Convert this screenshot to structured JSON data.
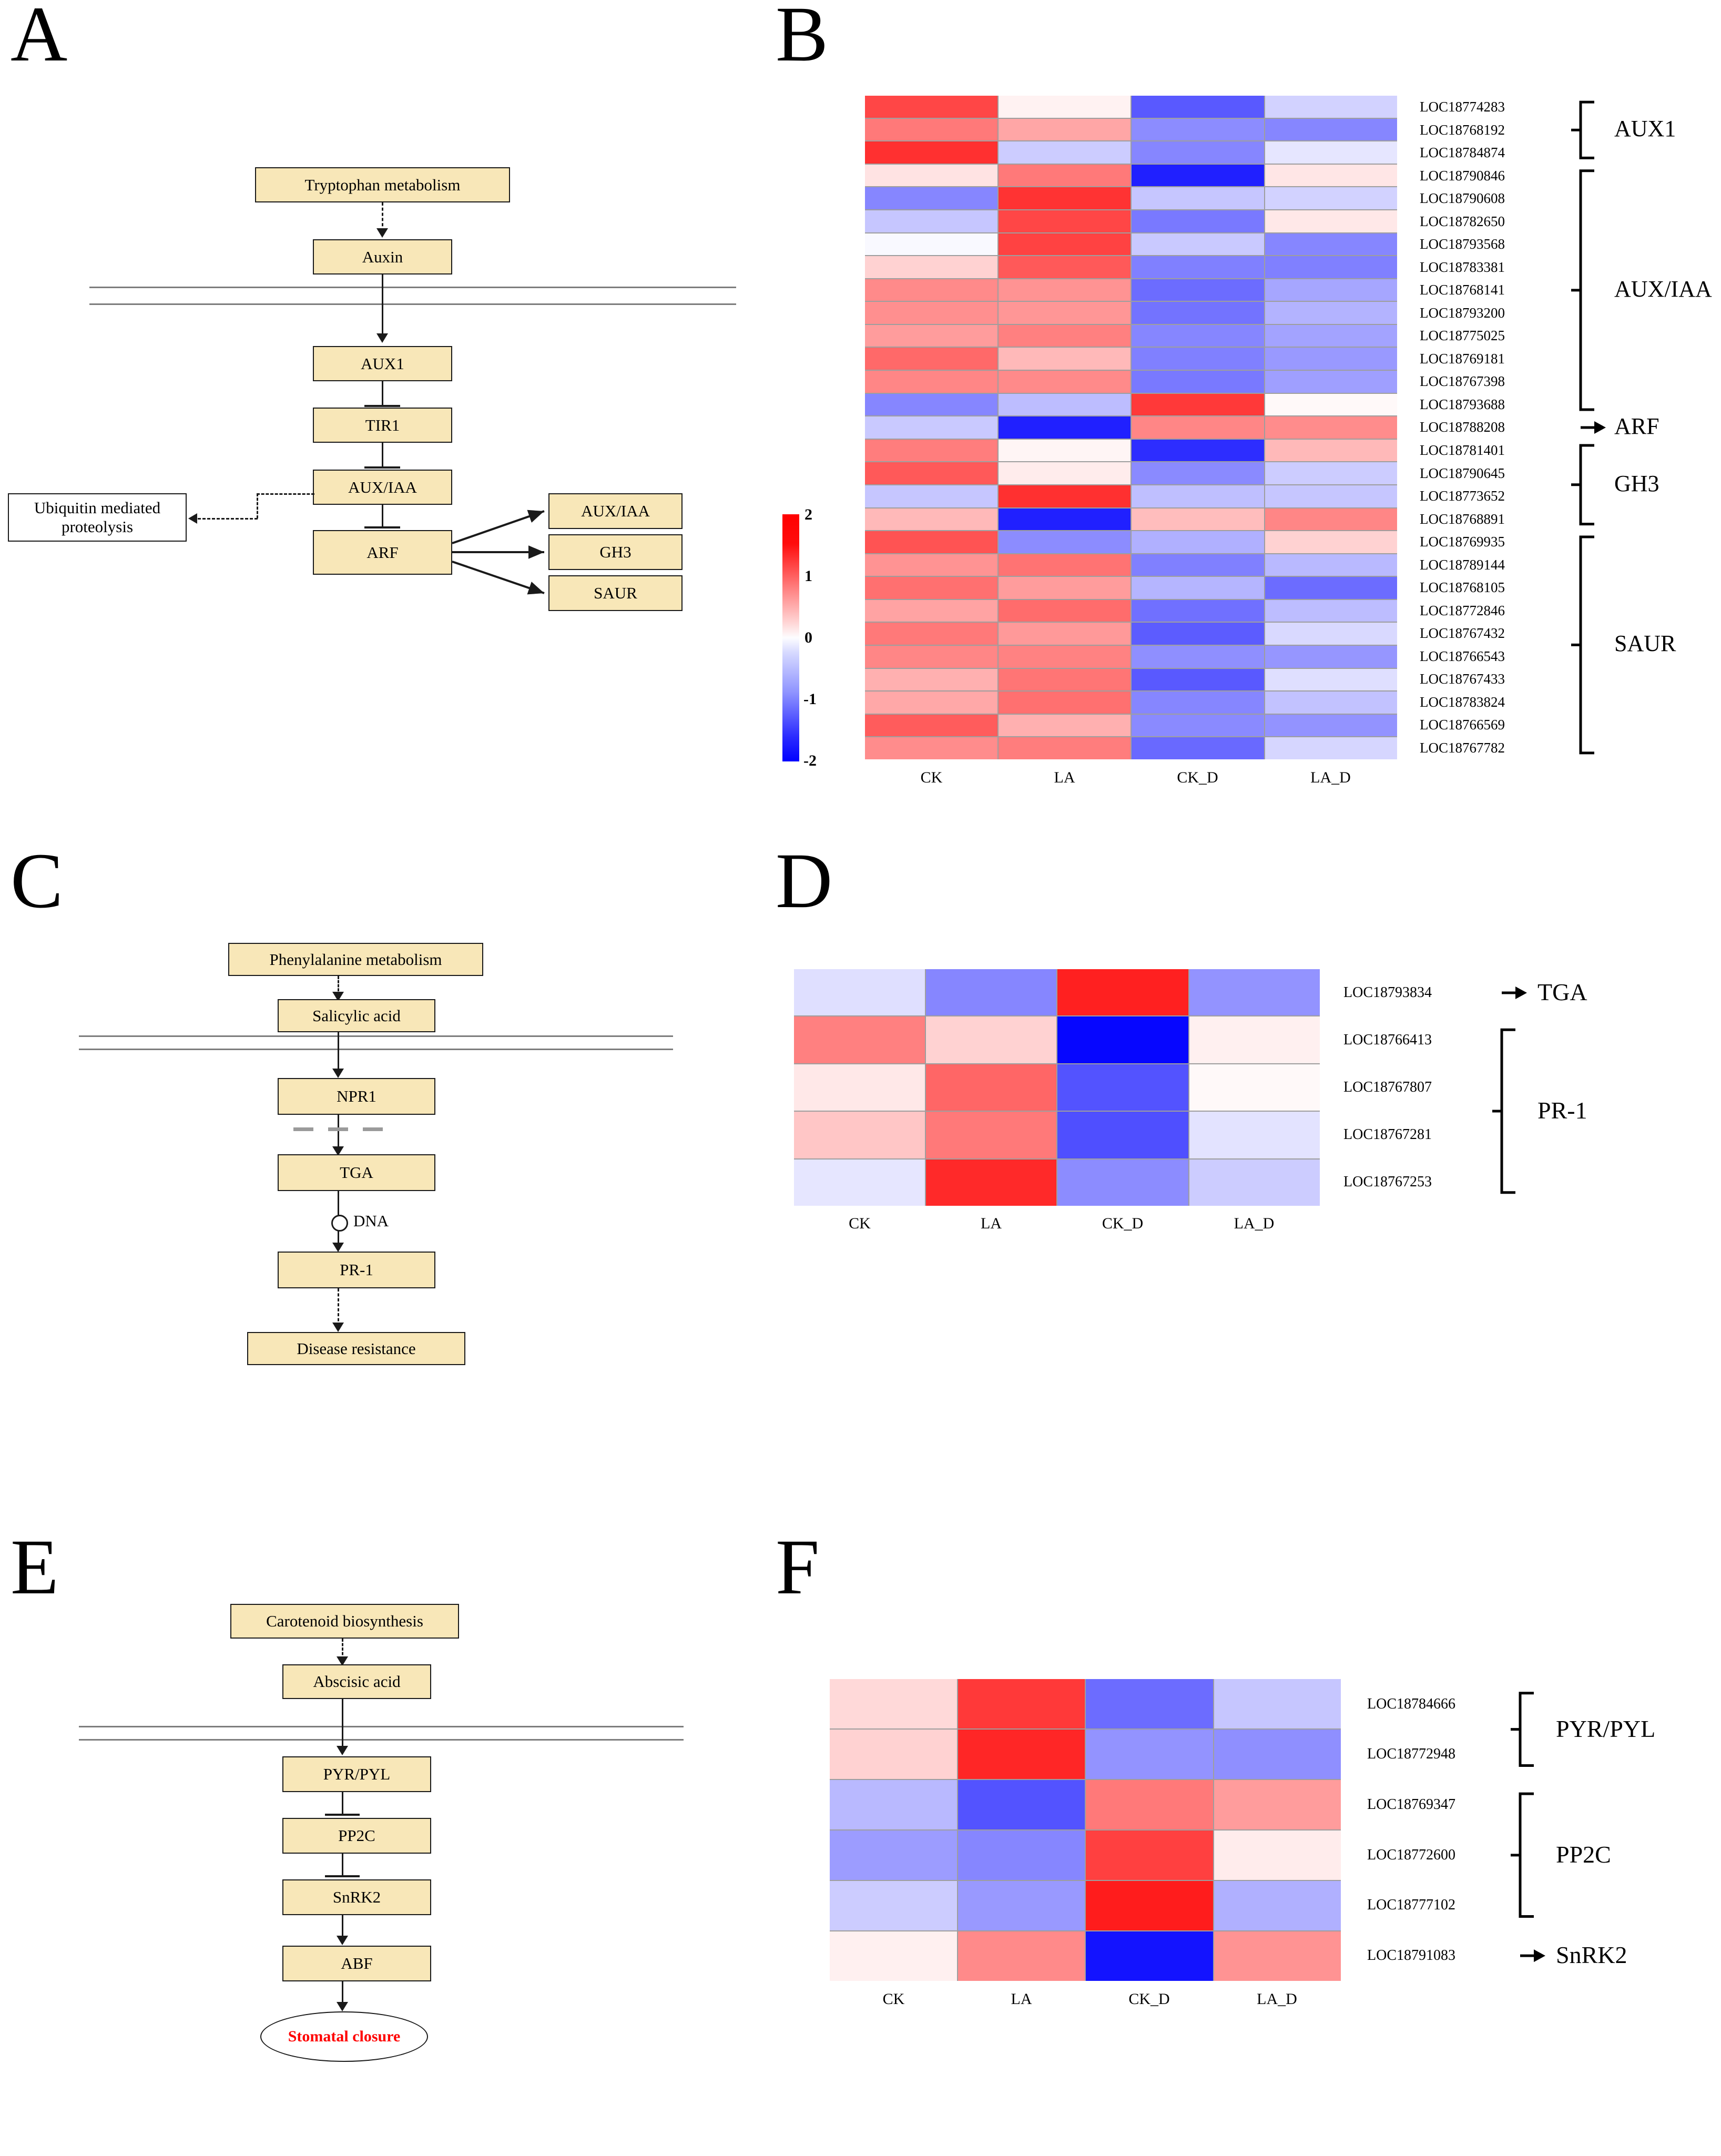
{
  "panels": {
    "a": {
      "letter": "A"
    },
    "b": {
      "letter": "B"
    },
    "c": {
      "letter": "C"
    },
    "d": {
      "letter": "D"
    },
    "e": {
      "letter": "E"
    },
    "f": {
      "letter": "F"
    }
  },
  "pathway_auxin": {
    "nodes": {
      "tryptophan": "Tryptophan metabolism",
      "auxin": "Auxin",
      "aux1": "AUX1",
      "tir1": "TIR1",
      "auxiaa": "AUX/IAA",
      "arf": "ARF",
      "ubiquitin": "Ubiquitin mediated proteolysis",
      "out_auxiaa": "AUX/IAA",
      "out_gh3": "GH3",
      "out_saur": "SAUR"
    }
  },
  "pathway_sa": {
    "nodes": {
      "phenylalanine": "Phenylalanine metabolism",
      "sa": "Salicylic acid",
      "npr1": "NPR1",
      "tga": "TGA",
      "dna": "DNA",
      "pr1": "PR-1",
      "disease": "Disease resistance"
    }
  },
  "pathway_aba": {
    "nodes": {
      "carotenoid": "Carotenoid biosynthesis",
      "aba": "Abscisic acid",
      "pyrpyl": "PYR/PYL",
      "pp2c": "PP2C",
      "snrk2": "SnRK2",
      "abf": "ABF",
      "stomatal": "Stomatal closure"
    },
    "stomatal_color": "#ff0000"
  },
  "colorbar": {
    "ticks": [
      "2",
      "1",
      "0",
      "-1",
      "-2"
    ],
    "max_color": "#ff0000",
    "mid_color": "#ffffff",
    "min_color": "#0000ff",
    "vmin": -2,
    "vmax": 2
  },
  "chart_data": [
    {
      "panel": "B",
      "type": "heatmap",
      "title": "",
      "categories": [
        "CK",
        "LA",
        "CK_D",
        "LA_D"
      ],
      "rows": [
        "LOC18774283",
        "LOC18768192",
        "LOC18784874",
        "LOC18790846",
        "LOC18790608",
        "LOC18782650",
        "LOC18793568",
        "LOC18783381",
        "LOC18768141",
        "LOC18793200",
        "LOC18775025",
        "LOC18769181",
        "LOC18767398",
        "LOC18793688",
        "LOC18788208",
        "LOC18781401",
        "LOC18790645",
        "LOC18773652",
        "LOC18768891",
        "LOC18769935",
        "LOC18789144",
        "LOC18768105",
        "LOC18772846",
        "LOC18767432",
        "LOC18766543",
        "LOC18767433",
        "LOC18783824",
        "LOC18766569",
        "LOC18767782"
      ],
      "values": [
        [
          1.45,
          0.1,
          -1.3,
          -0.35
        ],
        [
          1.05,
          0.7,
          -0.9,
          -0.95
        ],
        [
          1.62,
          -0.4,
          -0.95,
          -0.2
        ],
        [
          0.22,
          1.05,
          -1.75,
          0.2
        ],
        [
          -0.95,
          1.6,
          -0.45,
          -0.35
        ],
        [
          -0.45,
          1.45,
          -1.05,
          0.18
        ],
        [
          -0.05,
          1.48,
          -0.42,
          -0.95
        ],
        [
          0.35,
          1.3,
          -1.0,
          -1.0
        ],
        [
          0.92,
          0.85,
          -1.15,
          -0.7
        ],
        [
          0.88,
          0.82,
          -1.1,
          -0.6
        ],
        [
          0.78,
          1.0,
          -0.95,
          -0.72
        ],
        [
          1.18,
          0.55,
          -1.0,
          -0.8
        ],
        [
          0.95,
          0.92,
          -1.05,
          -0.75
        ],
        [
          -0.95,
          -0.52,
          1.55,
          0.05
        ],
        [
          -0.42,
          -1.75,
          0.95,
          0.9
        ],
        [
          1.02,
          0.08,
          -1.65,
          0.55
        ],
        [
          1.3,
          0.15,
          -0.92,
          -0.4
        ],
        [
          -0.45,
          1.62,
          -0.5,
          -0.45
        ],
        [
          0.55,
          -1.75,
          0.52,
          0.95
        ],
        [
          1.35,
          -0.9,
          -0.62,
          0.35
        ],
        [
          0.85,
          1.1,
          -1.0,
          -0.55
        ],
        [
          1.12,
          0.78,
          -0.58,
          -1.15
        ],
        [
          0.72,
          1.15,
          -1.12,
          -0.52
        ],
        [
          1.05,
          0.8,
          -1.28,
          -0.3
        ],
        [
          0.95,
          0.98,
          -0.88,
          -0.82
        ],
        [
          0.62,
          1.08,
          -1.3,
          -0.25
        ],
        [
          0.68,
          1.12,
          -0.95,
          -0.48
        ],
        [
          1.28,
          0.62,
          -0.92,
          -0.85
        ],
        [
          0.9,
          1.02,
          -1.18,
          -0.32
        ]
      ],
      "groups": [
        {
          "label": "AUX1",
          "start": 0,
          "end": 2
        },
        {
          "label": "AUX/IAA",
          "start": 3,
          "end": 13
        },
        {
          "label": "ARF",
          "start": 14,
          "end": 14
        },
        {
          "label": "GH3",
          "start": 15,
          "end": 18
        },
        {
          "label": "SAUR",
          "start": 19,
          "end": 28
        }
      ]
    },
    {
      "panel": "D",
      "type": "heatmap",
      "title": "",
      "categories": [
        "CK",
        "LA",
        "CK_D",
        "LA_D"
      ],
      "rows": [
        "LOC18793834",
        "LOC18766413",
        "LOC18767807",
        "LOC18767281",
        "LOC18767253"
      ],
      "values": [
        [
          -0.25,
          -0.95,
          1.75,
          -0.85
        ],
        [
          1.0,
          0.35,
          -1.95,
          0.12
        ],
        [
          0.18,
          1.2,
          -1.35,
          0.05
        ],
        [
          0.45,
          1.05,
          -1.38,
          -0.22
        ],
        [
          -0.2,
          1.68,
          -0.9,
          -0.4
        ]
      ],
      "groups": [
        {
          "label": "TGA",
          "start": 0,
          "end": 0
        },
        {
          "label": "PR-1",
          "start": 1,
          "end": 4
        }
      ]
    },
    {
      "panel": "F",
      "type": "heatmap",
      "title": "",
      "categories": [
        "CK",
        "LA",
        "CK_D",
        "LA_D"
      ],
      "rows": [
        "LOC18784666",
        "LOC18772948",
        "LOC18769347",
        "LOC18772600",
        "LOC18777102",
        "LOC18791083"
      ],
      "values": [
        [
          0.3,
          1.55,
          -1.15,
          -0.45
        ],
        [
          0.35,
          1.7,
          -0.85,
          -0.88
        ],
        [
          -0.55,
          -1.35,
          1.05,
          0.78
        ],
        [
          -0.78,
          -0.95,
          1.5,
          0.15
        ],
        [
          -0.4,
          -0.8,
          1.78,
          -0.62
        ],
        [
          0.12,
          0.92,
          -1.85,
          0.85
        ]
      ],
      "groups": [
        {
          "label": "PYR/PYL",
          "start": 0,
          "end": 1
        },
        {
          "label": "PP2C",
          "start": 2,
          "end": 4
        },
        {
          "label": "SnRK2",
          "start": 5,
          "end": 5
        }
      ]
    }
  ]
}
